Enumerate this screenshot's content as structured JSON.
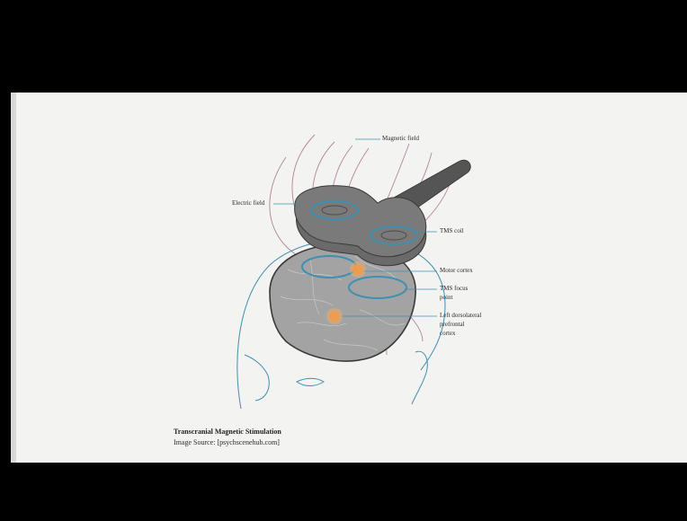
{
  "figure": {
    "labels": {
      "magnetic_field": "Magnetic field",
      "electric_field": "Electric field",
      "tms_coil": "TMS coil",
      "motor_cortex": "Motor cortex",
      "tms_focus_point_line1": "TMS focus",
      "tms_focus_point_line2": "point",
      "dlpfc_line1": "Left dorsolateral",
      "dlpfc_line2": "prefrontal",
      "dlpfc_line3": "cortex"
    },
    "caption": {
      "title": "Transcranial Magnetic Stimulation",
      "source": "Image Source: [psychscenehub.com]"
    }
  },
  "colors": {
    "letterbox": "#000000",
    "slide_background": "#f3f3f1",
    "magnetic_field_lines": "#a8708c",
    "electric_field_and_head": "#3f8fb0",
    "coil": "#555555",
    "brain": "#9a9a9a",
    "focus_point": "#f08a2c"
  }
}
